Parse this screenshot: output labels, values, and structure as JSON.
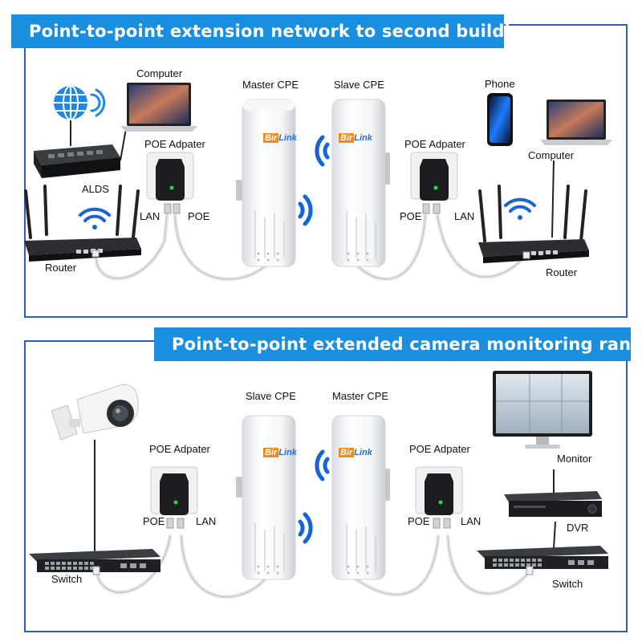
{
  "top": {
    "banner": "Point-to-point extension network to second building",
    "labels": {
      "computer_left": "Computer",
      "alds": "ALDS",
      "poe_adapter_left": "POE Adpater",
      "lan_left": "LAN",
      "poe_left": "POE",
      "router_left": "Router",
      "master_cpe": "Master CPE",
      "slave_cpe": "Slave CPE",
      "poe_adapter_right": "POE Adpater",
      "poe_right": "POE",
      "lan_right": "LAN",
      "phone": "Phone",
      "computer_right": "Computer",
      "router_right": "Router"
    }
  },
  "bottom": {
    "banner": "Point-to-point extended camera monitoring range",
    "labels": {
      "poe_adapter_left": "POE Adpater",
      "poe_left": "POE",
      "lan_left": "LAN",
      "switch_left": "Switch",
      "slave_cpe": "Slave CPE",
      "master_cpe": "Master CPE",
      "poe_adapter_right": "POE Adpater",
      "poe_right": "POE",
      "lan_right": "LAN",
      "monitor": "Monitor",
      "dvr": "DVR",
      "switch_right": "Switch"
    }
  },
  "brand": {
    "prefix": "Bir",
    "name": "Link"
  },
  "colors": {
    "panel_border": "#2e5fb3",
    "banner_bg": "#1a8fe0",
    "wifi": "#1565d8",
    "brand_orange": "#f08a1c",
    "brand_blue": "#1e6fe0"
  }
}
